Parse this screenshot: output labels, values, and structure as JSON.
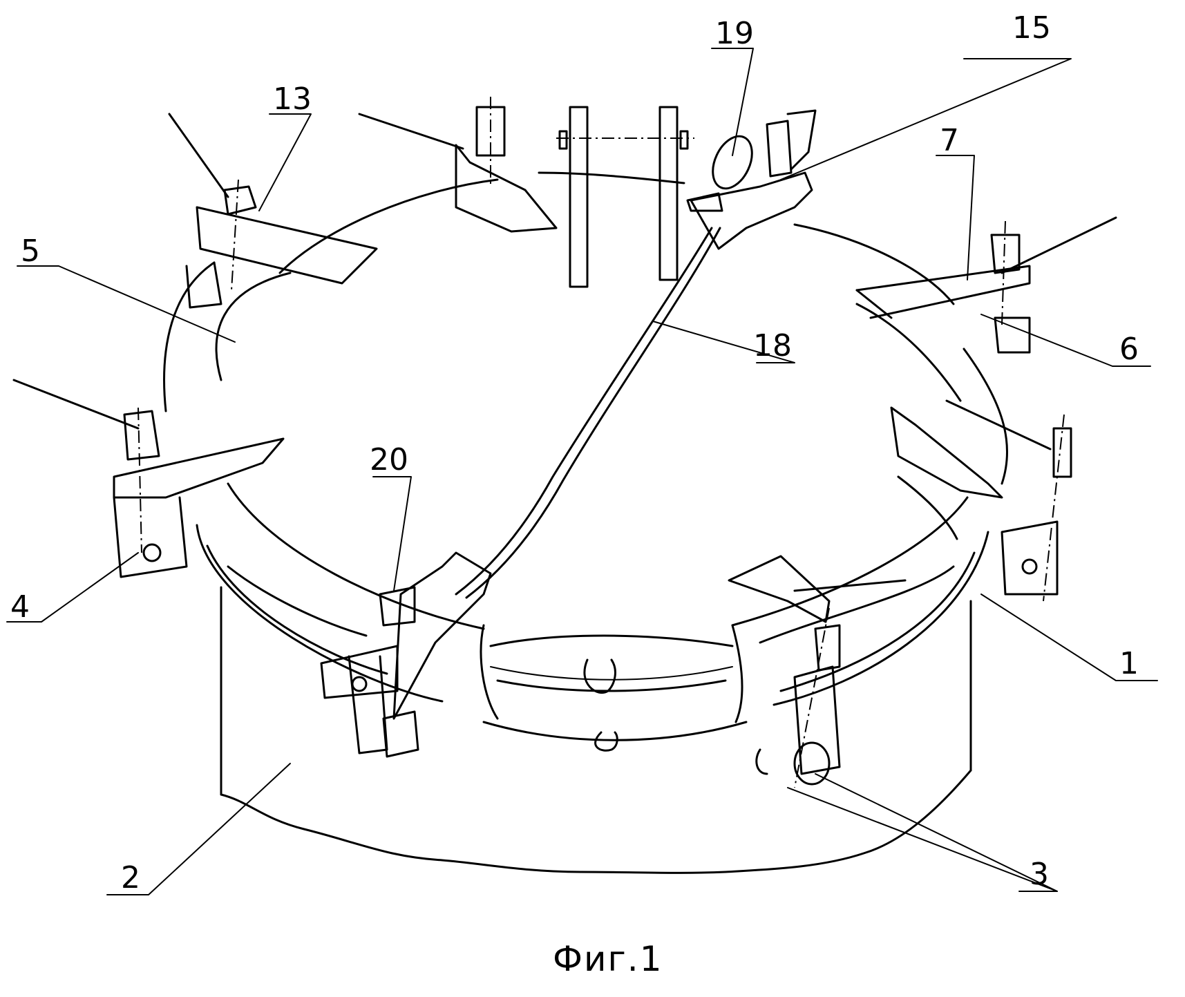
{
  "labels": [
    {
      "id": "1",
      "text": "1"
    },
    {
      "id": "2",
      "text": "2"
    },
    {
      "id": "3",
      "text": "3"
    },
    {
      "id": "4",
      "text": "4"
    },
    {
      "id": "5",
      "text": "5"
    },
    {
      "id": "6",
      "text": "6"
    },
    {
      "id": "7",
      "text": "7"
    },
    {
      "id": "13",
      "text": "13"
    },
    {
      "id": "15",
      "text": "15"
    },
    {
      "id": "18",
      "text": "18"
    },
    {
      "id": "19",
      "text": "19"
    },
    {
      "id": "20",
      "text": "20"
    }
  ],
  "caption": "Фиг.1"
}
